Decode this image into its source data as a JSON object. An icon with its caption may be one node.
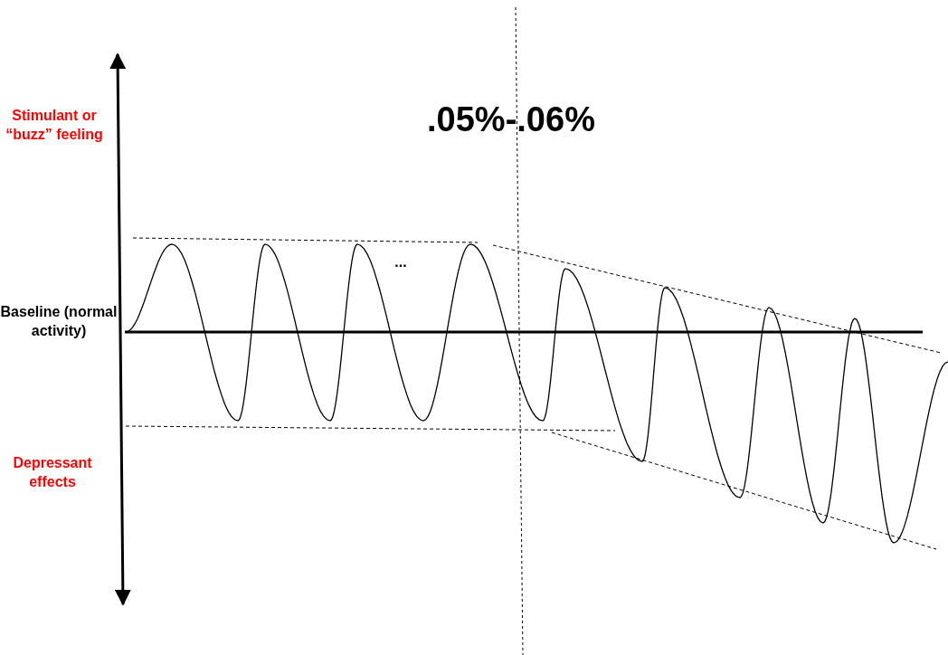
{
  "diagram": {
    "labels": [
      "Stimulant or “buzz” feeling",
      ".05%-.06%",
      "...",
      "Baseline (normal activity)",
      "Depressant effects"
    ]
  }
}
